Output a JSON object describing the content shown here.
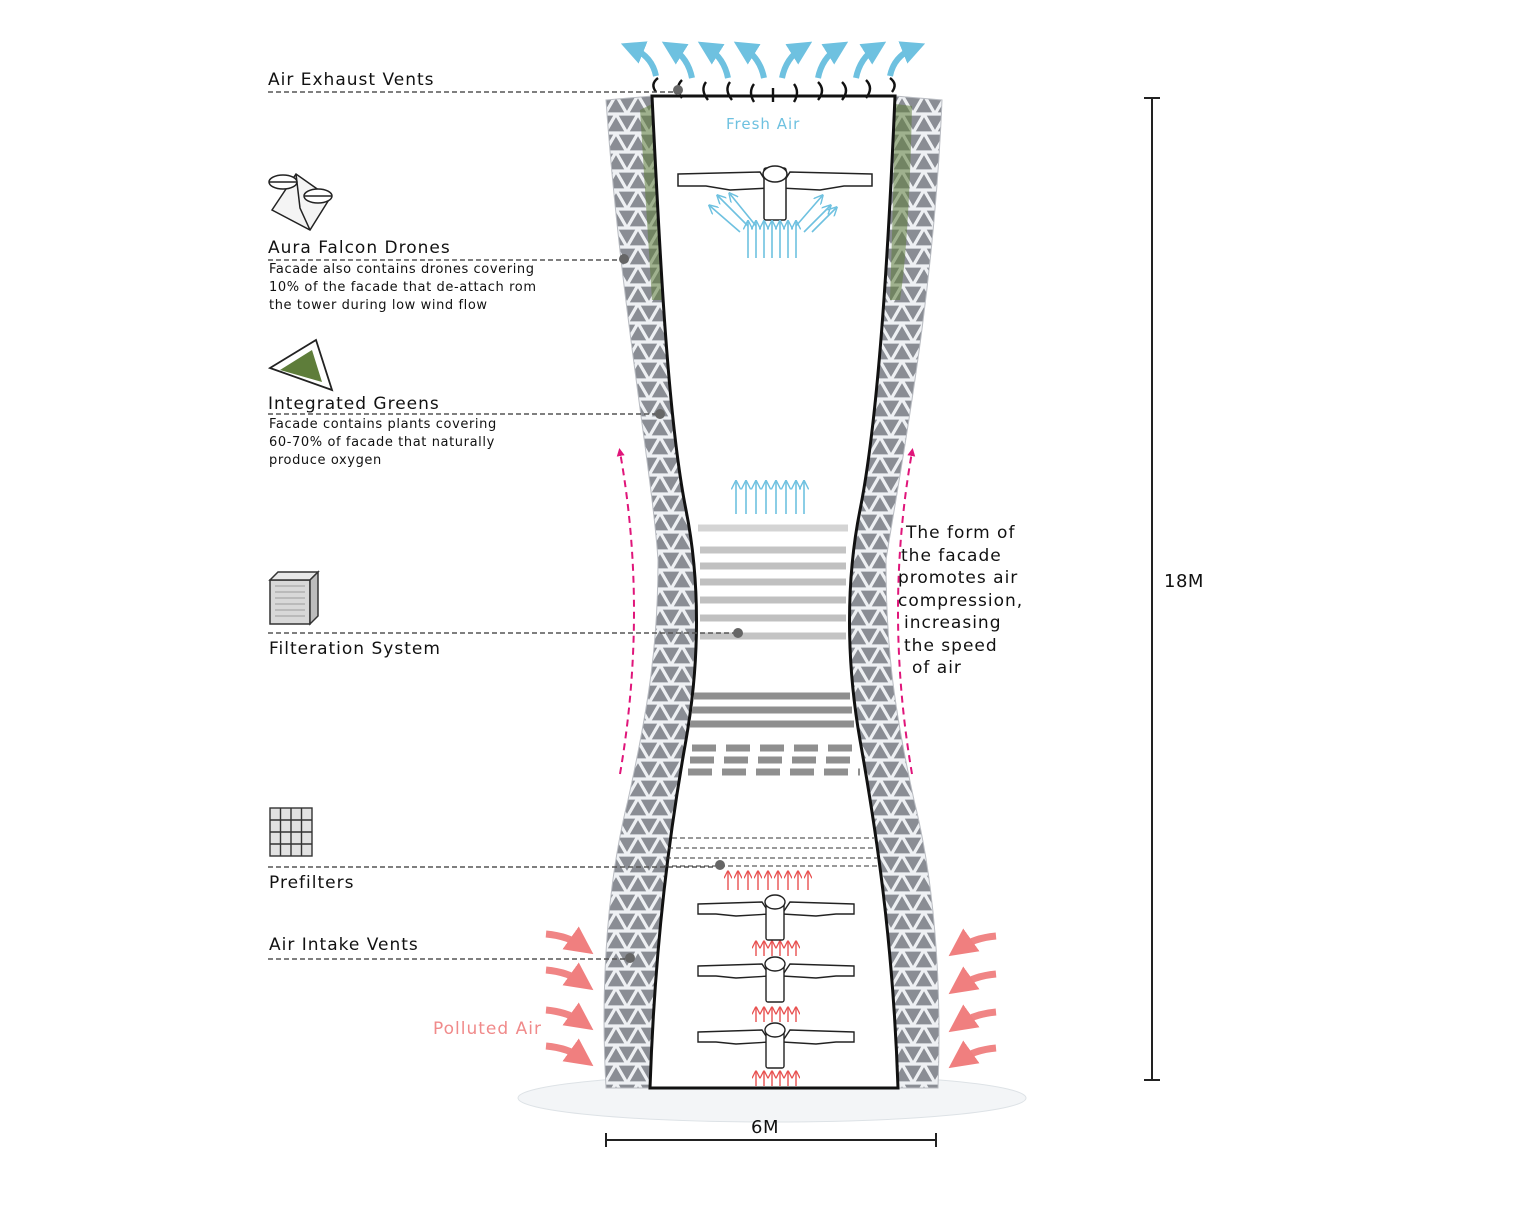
{
  "labels": {
    "air_exhaust_vents": {
      "title": "Air Exhaust Vents"
    },
    "aura_falcon_drones": {
      "title": "Aura Falcon Drones",
      "lines": [
        "Facade also contains drones covering",
        "10% of the facade that de-attach rom",
        "the tower during low wind flow"
      ]
    },
    "integrated_greens": {
      "title": "Integrated Greens",
      "lines": [
        "Facade contains plants covering",
        "60-70% of facade that naturally",
        "produce oxygen"
      ]
    },
    "filteration_system": {
      "title": "Filteration System"
    },
    "prefilters": {
      "title": "Prefilters"
    },
    "air_intake_vents": {
      "title": "Air Intake Vents"
    }
  },
  "flow": {
    "fresh_air": "Fresh Air",
    "polluted_air": "Polluted Air"
  },
  "annotation": [
    "The form of",
    "the facade",
    "promotes air",
    "compression,",
    "increasing",
    "the speed",
    "of air"
  ],
  "dimensions": {
    "height": "18M",
    "width": "6M"
  },
  "colors": {
    "fresh": "#6ec1e0",
    "polluted": "#f07f7f",
    "compression_arrow": "#e0157a",
    "greenery": "#5e7d3a",
    "facade": "#e4e4e8",
    "leader": "#555555"
  },
  "icons": [
    "drone-icon",
    "greenery-triangle-icon",
    "filter-box-icon",
    "prefilter-grid-icon"
  ]
}
